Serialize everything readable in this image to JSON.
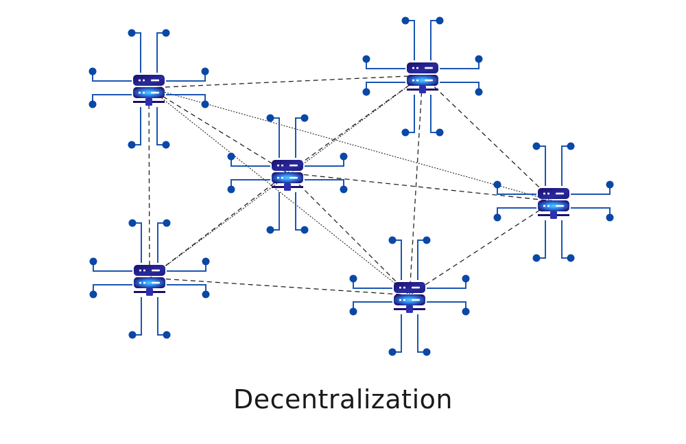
{
  "title": "Decentralization",
  "colors": {
    "circuit": "#1a56b0",
    "dot": "#0a47a6",
    "server_dark": "#1b0f6b",
    "server_mid": "#2e2fb0",
    "server_glow": "#3fc4ff",
    "link": "#222222"
  },
  "nodes": [
    {
      "id": "A",
      "label": "server-top-left"
    },
    {
      "id": "B",
      "label": "server-top-center"
    },
    {
      "id": "C",
      "label": "server-center"
    },
    {
      "id": "D",
      "label": "server-right"
    },
    {
      "id": "E",
      "label": "server-bottom-left"
    },
    {
      "id": "F",
      "label": "server-bottom-center"
    }
  ],
  "links": [
    {
      "from": "A",
      "to": "B",
      "style": "dashed"
    },
    {
      "from": "A",
      "to": "C",
      "style": "dashed"
    },
    {
      "from": "A",
      "to": "D",
      "style": "dotted"
    },
    {
      "from": "A",
      "to": "F",
      "style": "dotted"
    },
    {
      "from": "A",
      "to": "E",
      "style": "dashed"
    },
    {
      "from": "B",
      "to": "C",
      "style": "dashed"
    },
    {
      "from": "B",
      "to": "E",
      "style": "dotted"
    },
    {
      "from": "B",
      "to": "F",
      "style": "dashed"
    },
    {
      "from": "B",
      "to": "D",
      "style": "dashed"
    },
    {
      "from": "C",
      "to": "D",
      "style": "dashed"
    },
    {
      "from": "C",
      "to": "E",
      "style": "dashed"
    },
    {
      "from": "C",
      "to": "F",
      "style": "dashed"
    },
    {
      "from": "D",
      "to": "F",
      "style": "dashed"
    },
    {
      "from": "E",
      "to": "F",
      "style": "dashed"
    }
  ]
}
